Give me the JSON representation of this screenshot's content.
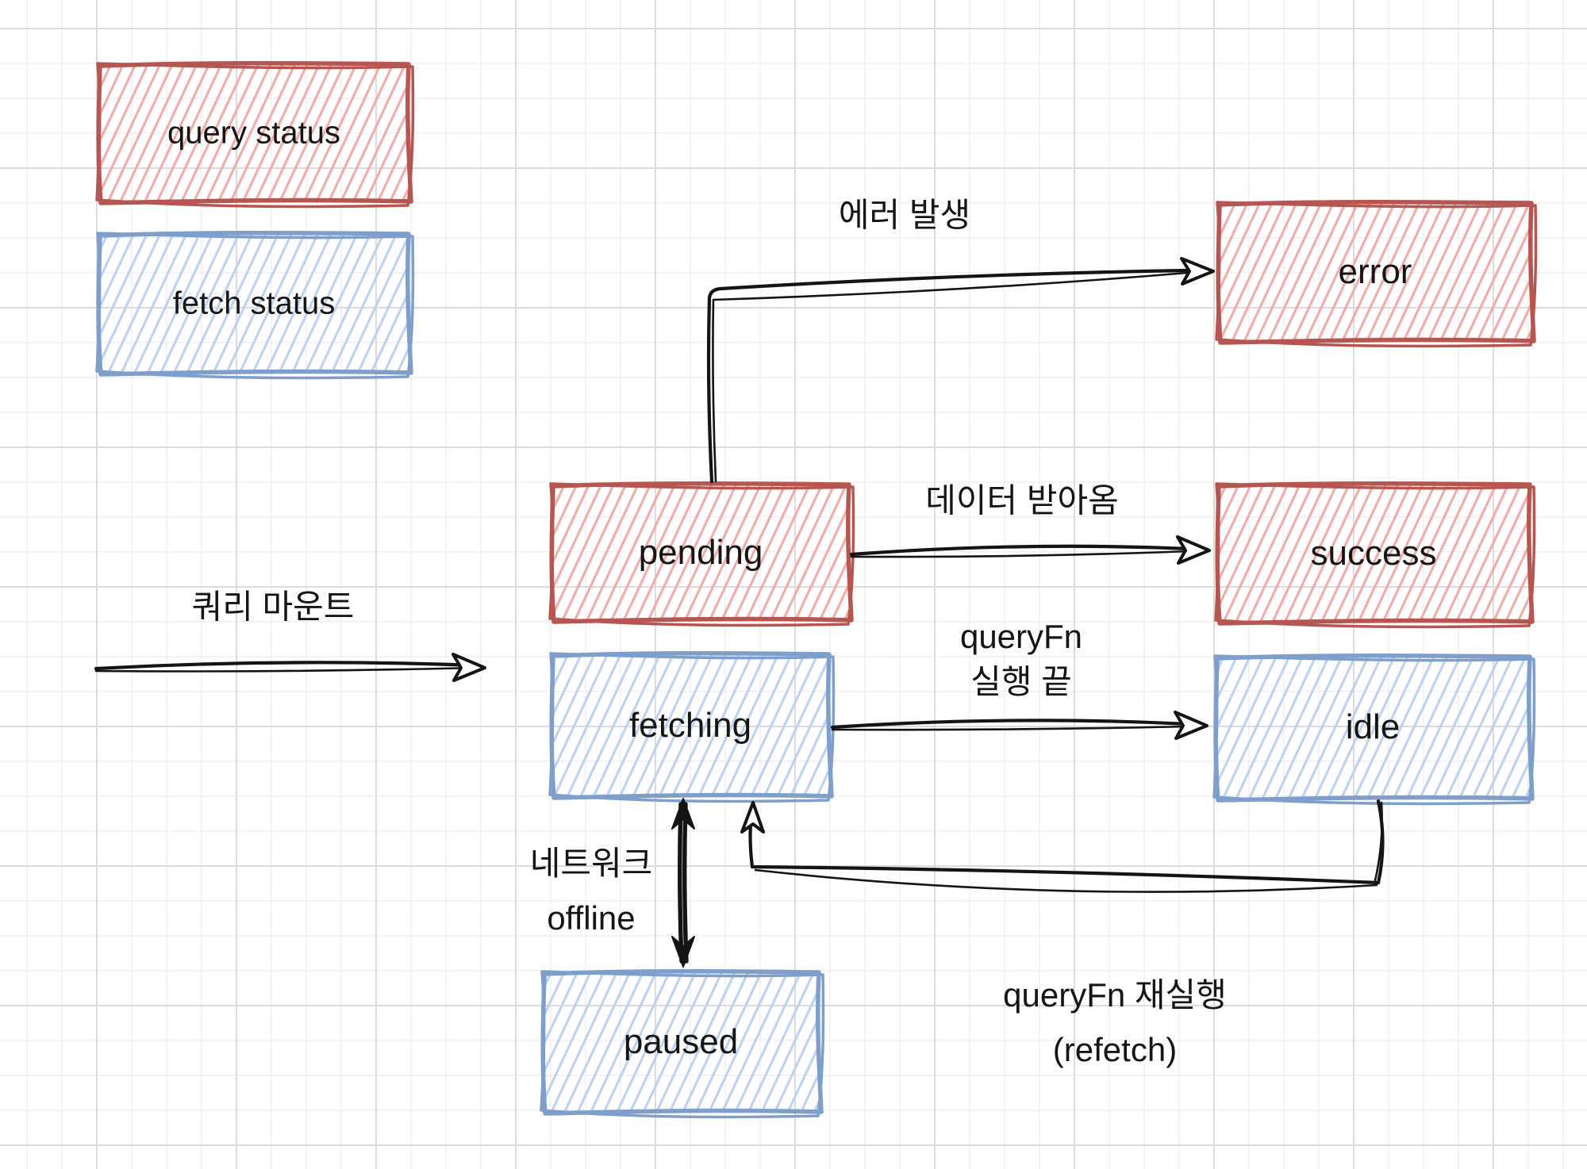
{
  "legend": {
    "query_status_label": "query status",
    "fetch_status_label": "fetch status"
  },
  "nodes": {
    "pending": {
      "label": "pending"
    },
    "error": {
      "label": "error"
    },
    "success": {
      "label": "success"
    },
    "fetching": {
      "label": "fetching"
    },
    "idle": {
      "label": "idle"
    },
    "paused": {
      "label": "paused"
    }
  },
  "edges": {
    "mount": {
      "label": "쿼리 마운트"
    },
    "error_occurred": {
      "label": "에러 발생"
    },
    "data_received": {
      "label": "데이터 받아옴"
    },
    "queryfn_done": {
      "line1": "queryFn",
      "line2": "실행 끝"
    },
    "network_offline": {
      "line1": "네트워크",
      "line2": "offline"
    },
    "refetch": {
      "line1": "queryFn 재실행",
      "line2": "(refetch)"
    }
  },
  "colors": {
    "red_stroke": "#b75650",
    "red_hatch": "#f2aba6",
    "blue_stroke": "#7e9fcc",
    "blue_hatch": "#bdd2ef",
    "ink": "#141414",
    "grid_major": "#dcdcdc",
    "grid_minor": "#f0f0f0",
    "background": "#ffffff"
  }
}
